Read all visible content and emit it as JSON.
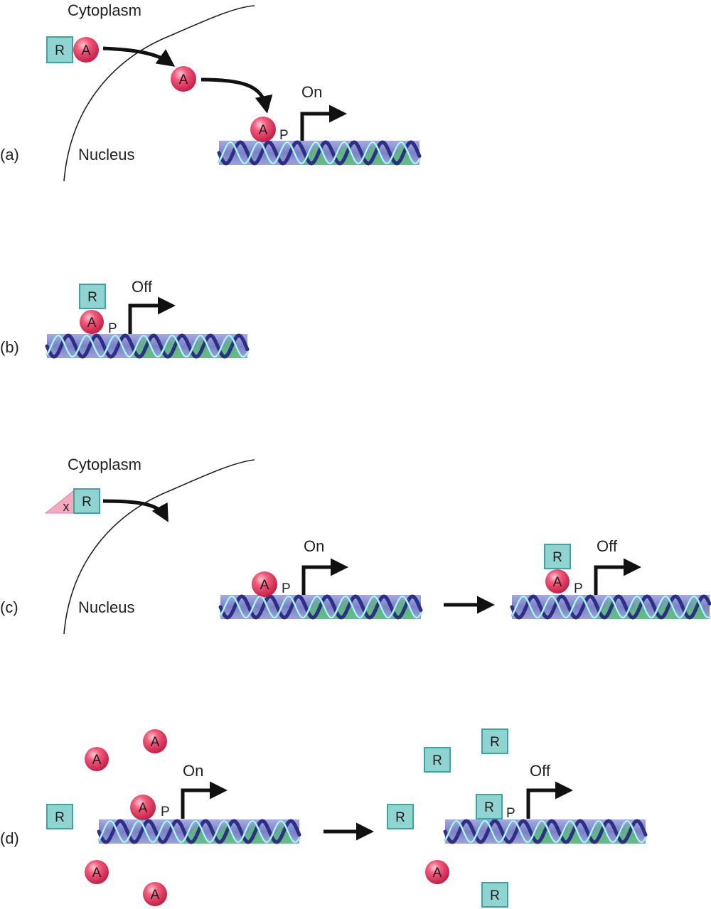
{
  "colors": {
    "activator_fill": "#e8315a",
    "repressor_fill": "#8fd4d1",
    "repressor_stroke": "#3aa6a1",
    "dna_band": "#8c90cf",
    "dna_strand_dark": "#2d2e86",
    "dna_strand_light": "#6ad6ee",
    "gene_region": "#56c46a",
    "arrow": "#111111",
    "inhibitor_fill": "#f4a9c1"
  },
  "panels": {
    "a": {
      "label": "(a)",
      "cytoplasm": "Cytoplasm",
      "nucleus": "Nucleus",
      "promoter": "P",
      "state": "On"
    },
    "b": {
      "label": "(b)",
      "promoter": "P",
      "state": "Off"
    },
    "c": {
      "label": "(c)",
      "cytoplasm": "Cytoplasm",
      "nucleus": "Nucleus",
      "inhibitor": "x",
      "promoter_left": "P",
      "state_left": "On",
      "promoter_right": "P",
      "state_right": "Off"
    },
    "d": {
      "label": "(d)",
      "promoter_left": "P",
      "state_left": "On",
      "promoter_right": "P",
      "state_right": "Off"
    }
  },
  "molecules": {
    "activator": "A",
    "repressor": "R"
  }
}
